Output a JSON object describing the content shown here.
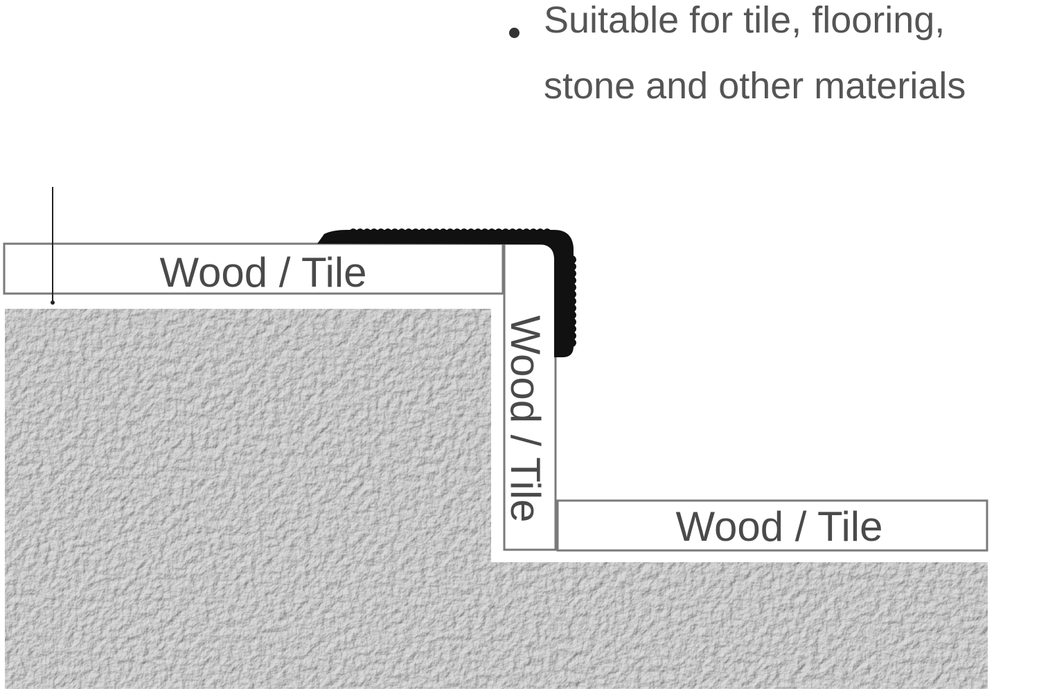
{
  "bullet": {
    "line1": "Suitable for tile, flooring,",
    "line2": "stone and other materials"
  },
  "labels": {
    "upper_board": "Wood / Tile",
    "riser_board": "Wood / Tile",
    "lower_board": "Wood / Tile"
  },
  "colors": {
    "board_outline": "#7a7a7a",
    "concrete": "#9b9b9b",
    "trim": "#111111",
    "text": "#555555"
  }
}
